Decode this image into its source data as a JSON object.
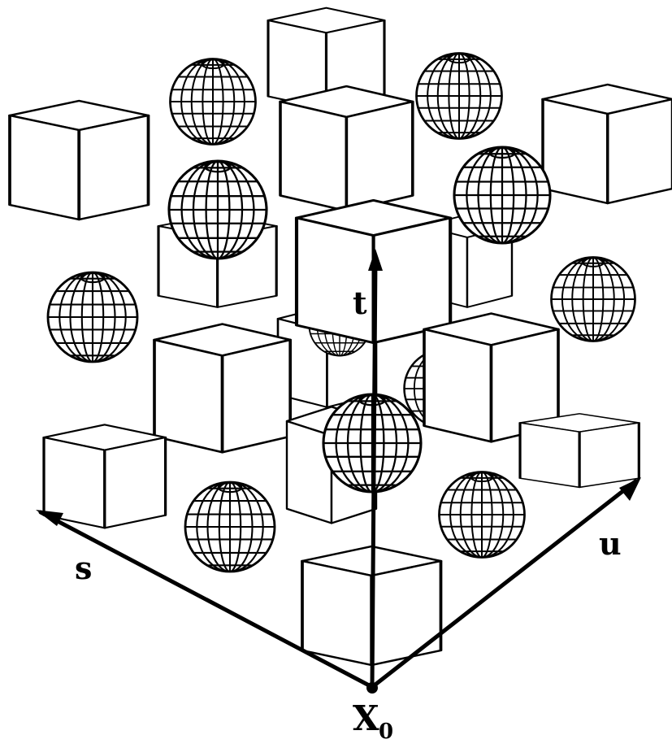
{
  "diagram": {
    "axis_labels": {
      "s": "s",
      "t": "t",
      "u": "u",
      "origin": "X",
      "origin_subscript": "0"
    },
    "colors": {
      "line": "#000000",
      "background": "#ffffff"
    },
    "icons": [
      "cube-icon",
      "sphere-icon"
    ]
  }
}
